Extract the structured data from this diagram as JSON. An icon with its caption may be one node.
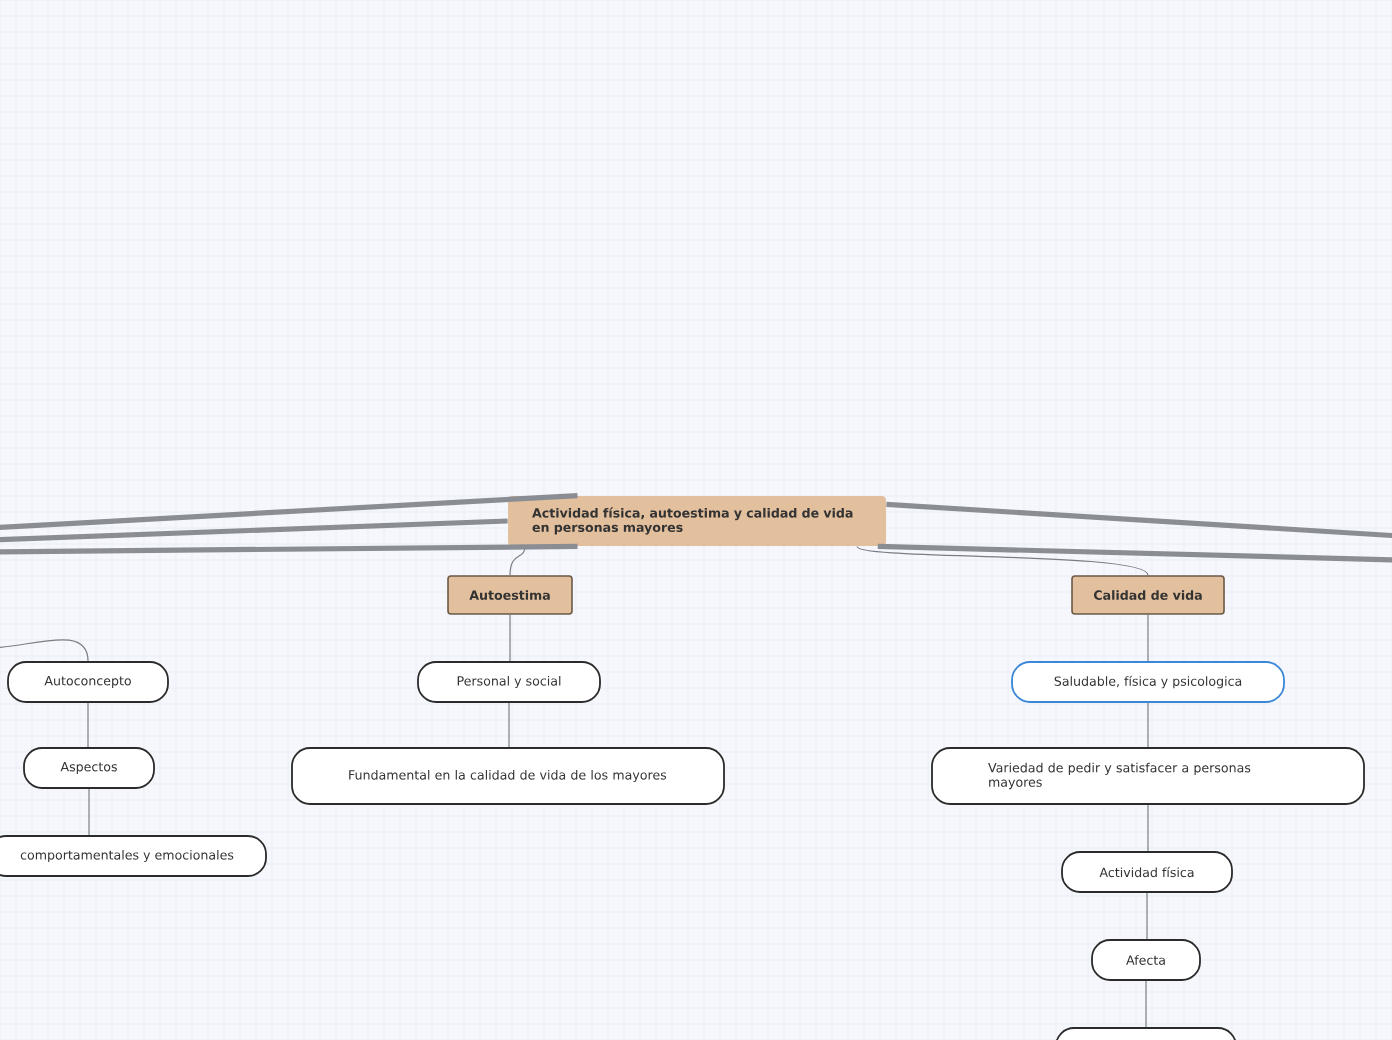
{
  "diagram": {
    "nodes": [
      {
        "text": [
          "Actividad física, autoestima y calidad de vida en personas mayores"
        ]
      },
      {
        "text": [
          "Autoestima"
        ]
      },
      {
        "text": [
          "Calidad de vida"
        ]
      },
      {
        "text": [
          "Autoconcepto"
        ]
      },
      {
        "text": [
          "Aspectos"
        ]
      },
      {
        "text": [
          "comportamentales y emocionales"
        ]
      },
      {
        "text": [
          "Personal y social"
        ]
      },
      {
        "text": [
          "Fundamental en la calidad de vida de los mayores"
        ]
      },
      {
        "text": [
          "Saludable, física y psicologica"
        ]
      },
      {
        "text": [
          "Variedad de pedir y satisfacer a personas mayores"
        ]
      },
      {
        "text": [
          "Actividad física"
        ]
      },
      {
        "text": [
          "Afecta"
        ]
      },
      {
        "text": [],
        "shape": "box"
      }
    ],
    "edges": [
      {
        "from": 0,
        "to": 1,
        "arrow": "none"
      },
      {
        "from": 0,
        "to": 2,
        "arrow": "none"
      },
      {
        "from": null,
        "to": 3,
        "arrow": "none"
      },
      {
        "from": 3,
        "to": 4,
        "arrow": "none"
      },
      {
        "from": 4,
        "to": 5,
        "arrow": "none"
      },
      {
        "from": 1,
        "to": 6,
        "arrow": "none"
      },
      {
        "from": 6,
        "to": 7,
        "arrow": "none"
      },
      {
        "from": 2,
        "to": 8,
        "arrow": "none"
      },
      {
        "from": 8,
        "to": 9,
        "arrow": "none"
      },
      {
        "from": 9,
        "to": 10,
        "arrow": "none"
      },
      {
        "from": 10,
        "to": 11,
        "arrow": "none"
      },
      {
        "from": 11,
        "to": 12,
        "arrow": "none"
      },
      {
        "from": 0,
        "to": null,
        "arrow": "none",
        "style": "thick"
      },
      {
        "from": 0,
        "to": null,
        "arrow": "none",
        "style": "thick"
      },
      {
        "from": 0,
        "to": null,
        "arrow": "none",
        "style": "thick"
      },
      {
        "from": 0,
        "to": null,
        "arrow": "none",
        "style": "thick"
      },
      {
        "from": 0,
        "to": null,
        "arrow": "none",
        "style": "thick"
      }
    ]
  }
}
